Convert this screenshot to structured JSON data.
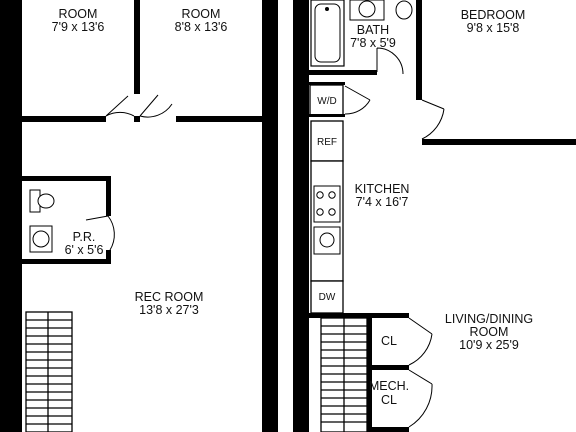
{
  "rooms": {
    "room_left": {
      "name": "ROOM",
      "dims": "7'9 x 13'6"
    },
    "room_middle": {
      "name": "ROOM",
      "dims": "8'8 x 13'6"
    },
    "powder_room": {
      "name": "P.R.",
      "dims": "6' x 5'6"
    },
    "rec_room": {
      "name": "REC ROOM",
      "dims": "13'8 x 27'3"
    },
    "bath": {
      "name": "BATH",
      "dims": "7'8 x 5'9"
    },
    "bedroom": {
      "name": "BEDROOM",
      "dims": "9'8 x 15'8"
    },
    "kitchen": {
      "name": "KITCHEN",
      "dims": "7'4 x 16'7"
    },
    "living_dining": {
      "name_line1": "LIVING/DINING",
      "name_line2": "ROOM",
      "dims": "10'9 x 25'9"
    }
  },
  "fixtures": {
    "washer_dryer": "W/D",
    "refrigerator": "REF",
    "dishwasher": "DW",
    "closet": "CL",
    "mech_closet_line1": "MECH.",
    "mech_closet_line2": "CL"
  }
}
